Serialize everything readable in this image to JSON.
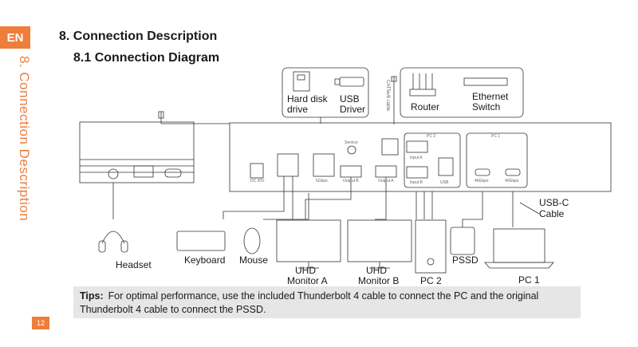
{
  "side": {
    "badge": "EN",
    "section": "8. Connection Description",
    "page": "12"
  },
  "headings": {
    "h1": "8. Connection Description",
    "h2": "8.1 Connection Diagram"
  },
  "devices": {
    "hdd_line1": "Hard disk",
    "hdd_line2": "drive",
    "usb_line1": "USB",
    "usb_line2": "Driver",
    "router": "Router",
    "ethernet_line1": "Ethernet",
    "ethernet_line2": "Switch",
    "cable": "CAT5e/6 cable",
    "usbc_line1": "USB-C",
    "usbc_line2": "Cable",
    "headset": "Headset",
    "keyboard": "Keyboard",
    "mouse": "Mouse",
    "monitor_a_line1": "UHD",
    "monitor_a_line2": "Monitor A",
    "monitor_b_line1": "UHD",
    "monitor_b_line2": "Monitor B",
    "pc2": "PC 2",
    "pssd": "PSSD",
    "pc1": "PC 1"
  },
  "panel": {
    "dc": "DC 20V",
    "usb_5gbps": "5Gbps",
    "output_b": "Output B",
    "output_a": "Output A",
    "service": "Service",
    "pc2_tag": "PC 2",
    "pc1_tag": "PC 1",
    "input_a": "Input A",
    "input_b": "Input B",
    "usb": "USB",
    "port_40gbps_1": "40Gbps",
    "port_40gbps_2": "40Gbps"
  },
  "tips": {
    "label": "Tips:",
    "text": "For optimal performance, use the included Thunderbolt 4 cable to connect the PC and the original Thunderbolt 4 cable to connect the PSSD."
  },
  "colors": {
    "accent": "#ef7d3c",
    "tips_bg": "#e6e6e6"
  }
}
